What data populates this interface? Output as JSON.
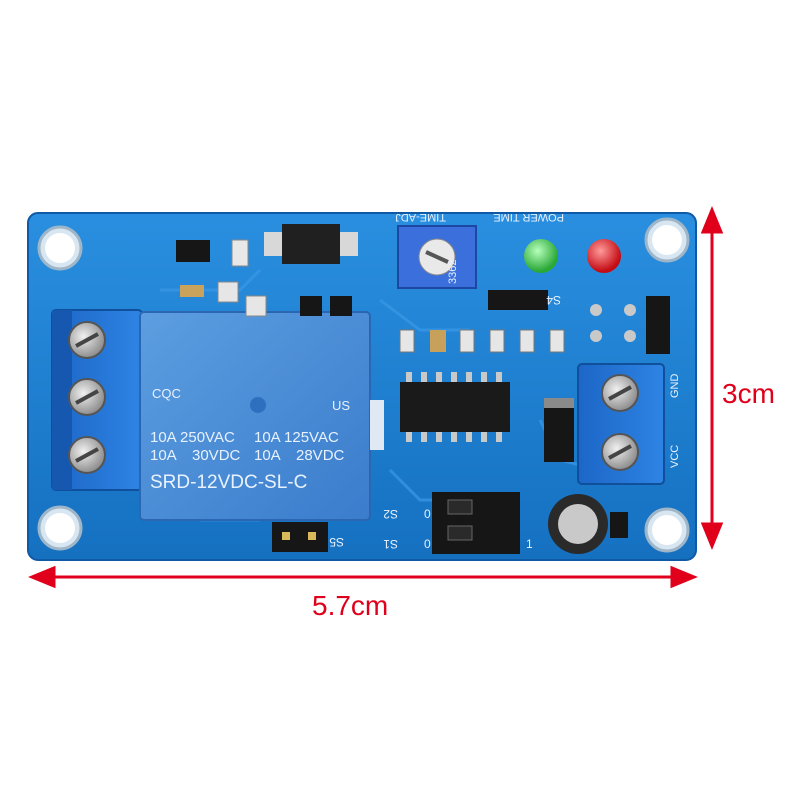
{
  "dimensions": {
    "width_label": "5.7cm",
    "height_label": "3cm",
    "arrow_color": "#e0001b"
  },
  "board": {
    "pcb_color": "#1a7fd0",
    "relay": {
      "line1a": "10A 250VAC",
      "line1b": "10A 125VAC",
      "line2a": "10A",
      "line2b": "30VDC",
      "line2c": "10A",
      "line2d": "28VDC",
      "model": "SRD-12VDC-SL-C",
      "cert_left": "CQC",
      "cert_right": "US",
      "color": "#4a8fd9"
    },
    "silkscreen": {
      "power_time": "POWER TIME",
      "time_adj": "TIME-ADJ",
      "pot_code": "3362",
      "s1": "S1",
      "s2": "S2",
      "s4": "S4",
      "s5": "S5",
      "gnd": "GND",
      "vcc": "VCC",
      "one": "1",
      "zero_a": "0",
      "zero_b": "0"
    },
    "leds": {
      "power": "#3ec44a",
      "time": "#e0141c"
    }
  }
}
